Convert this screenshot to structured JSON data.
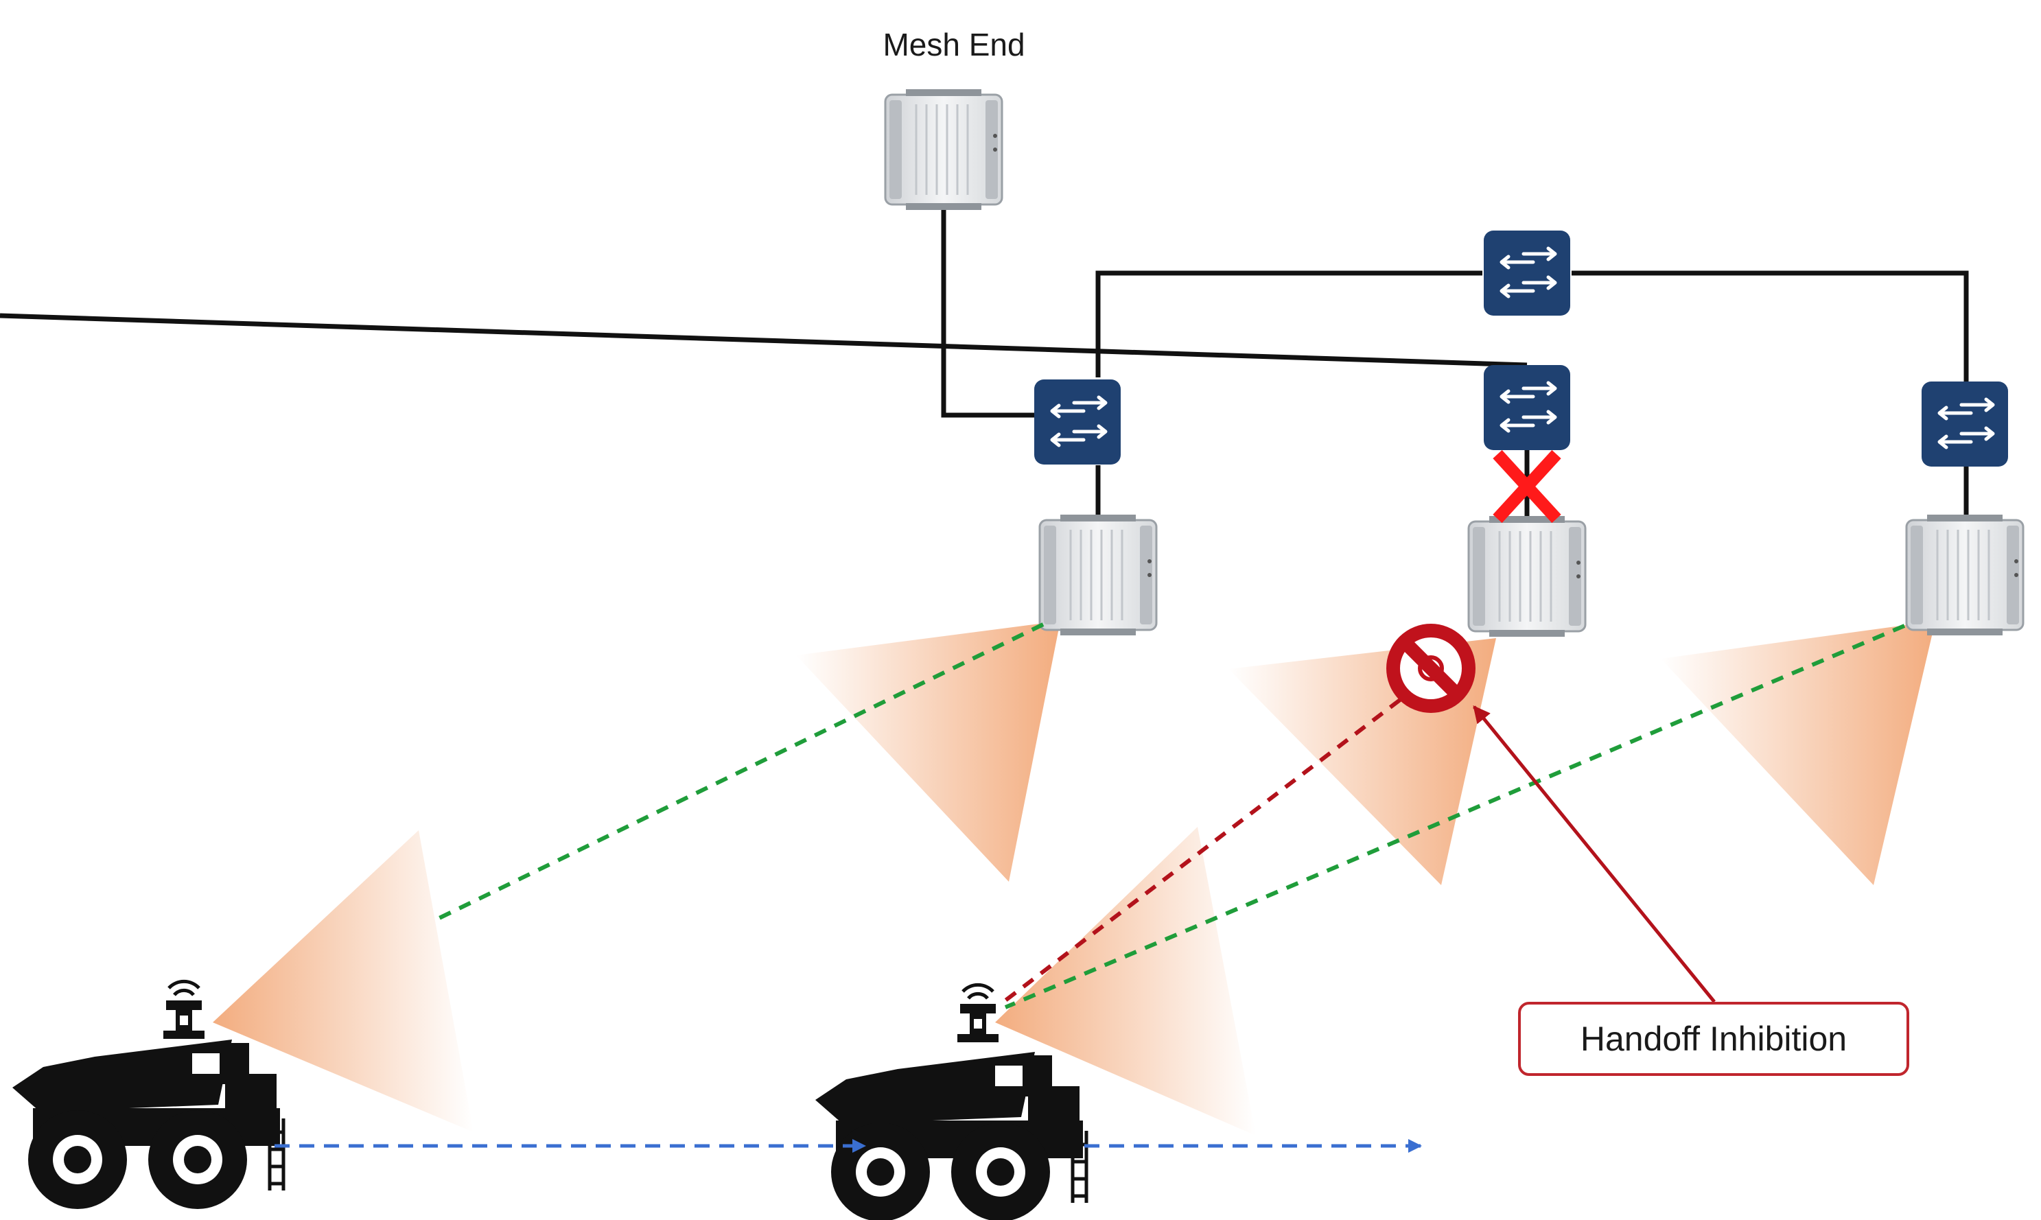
{
  "labels": {
    "mesh_end": "Mesh End",
    "handoff_inhibition": "Handoff Inhibition"
  },
  "nodes": {
    "mesh_end_radio": "access-point-radio",
    "switches": [
      "network-switch-left",
      "network-switch-center-top",
      "network-switch-center",
      "network-switch-right"
    ],
    "radios": [
      "access-point-radio-left",
      "access-point-radio-center",
      "access-point-radio-right"
    ],
    "trucks": [
      "haul-truck-left",
      "haul-truck-center"
    ]
  },
  "links": {
    "backhaul_failed_marker": "red-x-icon",
    "blocked_marker": "prohibited-icon"
  },
  "colors": {
    "switch": "#1f4171",
    "cable": "#111111",
    "link_ok": "#1f9d3a",
    "link_blocked": "#b3121b",
    "motion": "#3a6fd1",
    "beam": "#f2a878",
    "callout_border": "#c0262d"
  }
}
